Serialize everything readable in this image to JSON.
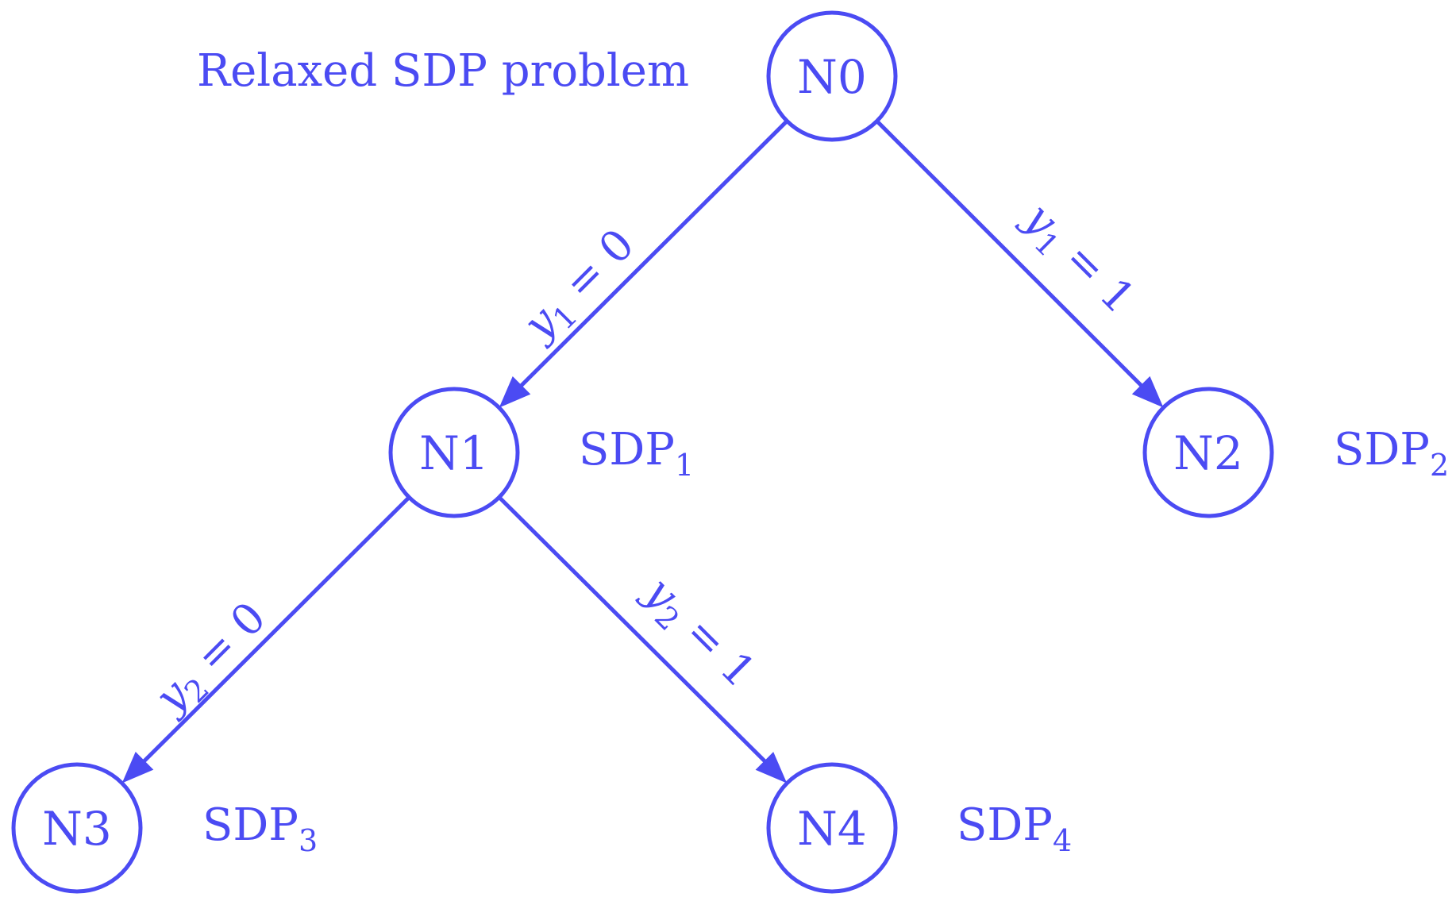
{
  "colors": {
    "accent": "#4b4bf3",
    "background": "#ffffff"
  },
  "root_label": "Relaxed SDP problem",
  "nodes": [
    {
      "id": "N0",
      "label": "N0"
    },
    {
      "id": "N1",
      "label": "N1",
      "problem": "SDP",
      "problem_sub": "1"
    },
    {
      "id": "N2",
      "label": "N2",
      "problem": "SDP",
      "problem_sub": "2"
    },
    {
      "id": "N3",
      "label": "N3",
      "problem": "SDP",
      "problem_sub": "3"
    },
    {
      "id": "N4",
      "label": "N4",
      "problem": "SDP",
      "problem_sub": "4"
    }
  ],
  "edges": [
    {
      "from": "N0",
      "to": "N1",
      "var": "y",
      "var_sub": "1",
      "relation": " = ",
      "value": "0"
    },
    {
      "from": "N0",
      "to": "N2",
      "var": "y",
      "var_sub": "1",
      "relation": " = ",
      "value": "1"
    },
    {
      "from": "N1",
      "to": "N3",
      "var": "y",
      "var_sub": "2",
      "relation": " = ",
      "value": "0"
    },
    {
      "from": "N1",
      "to": "N4",
      "var": "y",
      "var_sub": "2",
      "relation": " = ",
      "value": "1"
    }
  ]
}
